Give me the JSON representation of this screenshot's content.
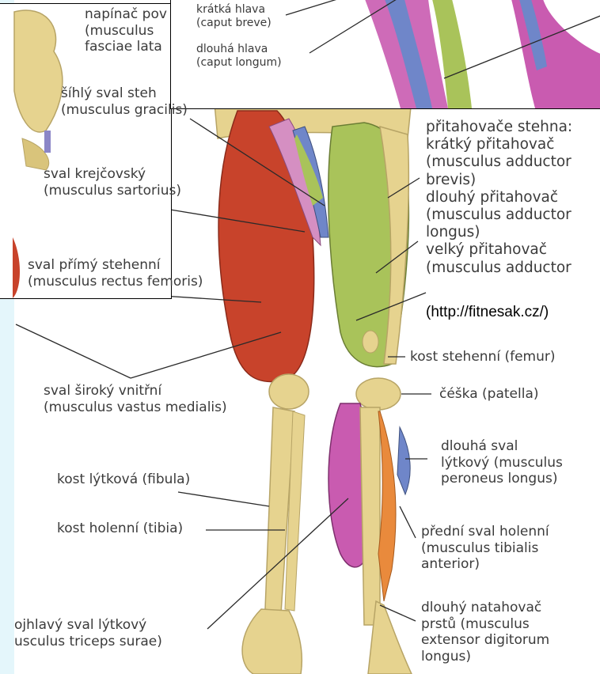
{
  "labels": {
    "tensor": [
      "napínač pov",
      "(musculus",
      "fasciae lata"
    ],
    "gracilis": [
      "šíhlý sval steh",
      "(musculus gracilis)"
    ],
    "sartorius": [
      "sval krejčovský",
      "(musculus sartorius)"
    ],
    "rectus": [
      "sval přímý stehenní",
      "(musculus rectus femoris)"
    ],
    "vastus": [
      "sval široký vnitřní",
      "(musculus vastus medialis)"
    ],
    "fibula": "kost lýtková (fibula)",
    "tibia": "kost holenní (tibia)",
    "triceps": [
      "ojhlavý sval lýtkový",
      "usculus triceps surae)"
    ],
    "short_head": [
      "krátká hlava",
      "(caput breve)"
    ],
    "long_head": [
      "dlouhá hlava",
      "(caput longum)"
    ],
    "adductors": [
      "přitahovače stehna:",
      "krátký přitahovač",
      "(musculus adductor",
      "brevis)",
      "dlouhý přitahovač",
      "(musculus adductor",
      "longus)",
      "velký přitahovač",
      "(musculus adductor"
    ],
    "femur": "kost stehenní (femur)",
    "patella": "čéška (patella)",
    "peroneus": [
      "dlouhá sval",
      "lýtkový (musculus",
      "peroneus longus)"
    ],
    "tibialis": [
      "přední sval holenní",
      "(musculus tibialis",
      "anterior)"
    ],
    "extensor": [
      "dlouhý natahovač",
      "prstů (musculus",
      "extensor digitorum",
      "longus)"
    ]
  },
  "credit": "(http://fitnesak.cz/)",
  "colors": {
    "background": "#e4f6fb",
    "muscle_red": "#c8432b",
    "muscle_green": "#a9c35a",
    "muscle_pink": "#c95bb0",
    "muscle_orange": "#e98a3c",
    "muscle_blue": "#6f86c9",
    "bone": "#e6d38f"
  }
}
